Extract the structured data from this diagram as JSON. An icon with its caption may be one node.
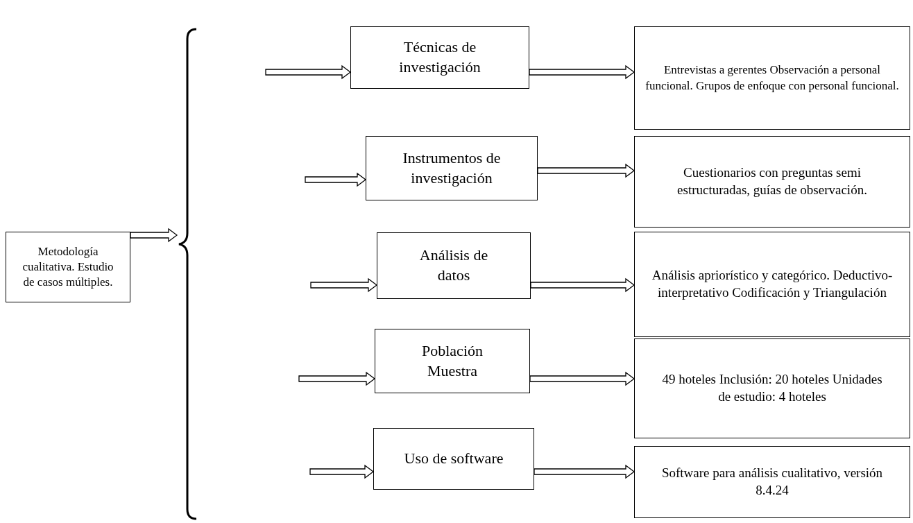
{
  "diagram": {
    "nodes": [
      {
        "text": [
          "Metodología cualitativa. Estudio de casos múltiples."
        ]
      },
      {
        "text": [
          "Técnicas de investigación"
        ]
      },
      {
        "text": [
          "Entrevistas a gerentes Observación a personal funcional. Grupos de enfoque con personal funcional."
        ]
      },
      {
        "text": [
          "Instrumentos de investigación"
        ]
      },
      {
        "text": [
          "Cuestionarios con preguntas semi estructuradas, guías de observación."
        ]
      },
      {
        "text": [
          "Análisis de datos"
        ]
      },
      {
        "text": [
          "Análisis apriorístico y categórico. Deductivo-interpretativo Codificación y Triangulación"
        ]
      },
      {
        "text": [
          "Población Muestra"
        ]
      },
      {
        "text": [
          "49 hoteles Inclusión: 20 hoteles Unidades de estudio: 4 hoteles"
        ]
      },
      {
        "text": [
          "Uso de software"
        ]
      },
      {
        "text": [
          "Software para análisis cualitativo, versión 8.4.24"
        ]
      }
    ],
    "edges": [
      {
        "from": 0,
        "to": null,
        "arrow": "to"
      },
      {
        "from": null,
        "to": 1,
        "arrow": "to"
      },
      {
        "from": null,
        "to": 3,
        "arrow": "to"
      },
      {
        "from": null,
        "to": 5,
        "arrow": "to"
      },
      {
        "from": null,
        "to": 7,
        "arrow": "to"
      },
      {
        "from": null,
        "to": 9,
        "arrow": "to"
      },
      {
        "from": 1,
        "to": 2,
        "arrow": "to"
      },
      {
        "from": 3,
        "to": 4,
        "arrow": "to"
      },
      {
        "from": 5,
        "to": 6,
        "arrow": "to"
      },
      {
        "from": 7,
        "to": 8,
        "arrow": "to"
      },
      {
        "from": 9,
        "to": 10,
        "arrow": "to"
      }
    ]
  }
}
